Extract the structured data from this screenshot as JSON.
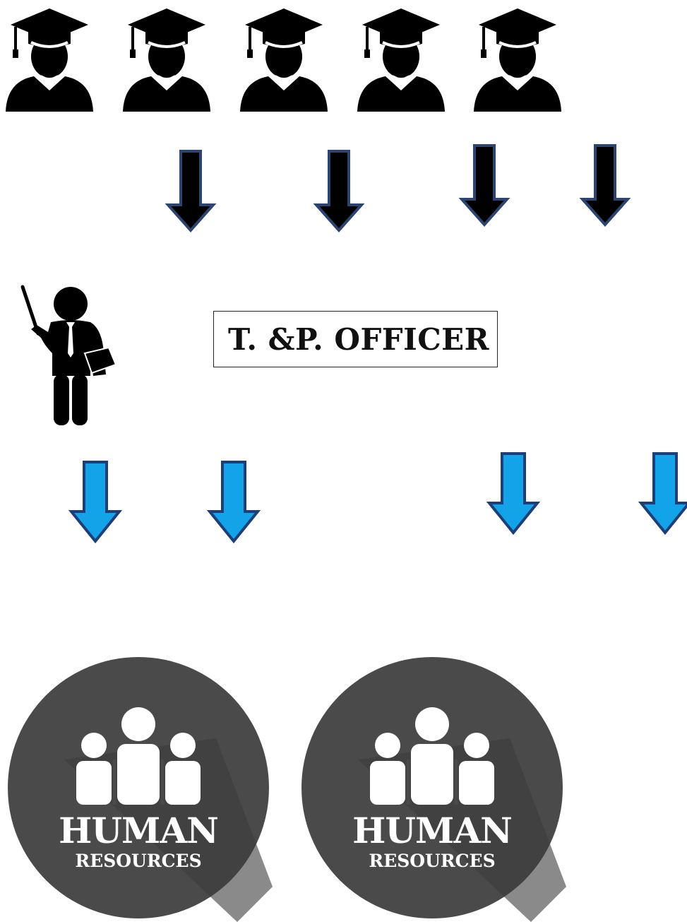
{
  "officer_box": {
    "label": "T. &P. OFFICER"
  },
  "hr_badges": [
    {
      "title": "HUMAN",
      "subtitle": "RESOURCES"
    },
    {
      "title": "HUMAN",
      "subtitle": "RESOURCES"
    }
  ],
  "colors": {
    "graduate_fill": "#000000",
    "arrow_dark_fill": "#000000",
    "arrow_dark_stroke": "#2b4570",
    "arrow_blue_fill": "#12a3e8",
    "arrow_blue_stroke": "#1c3f7a",
    "hr_circle": "#4a4a4a",
    "hr_shadow": "#3c3c3c"
  },
  "icons": {
    "graduate": "graduate-student-icon",
    "teacher": "teacher-with-pointer-icon",
    "hr": "human-resources-icon"
  }
}
